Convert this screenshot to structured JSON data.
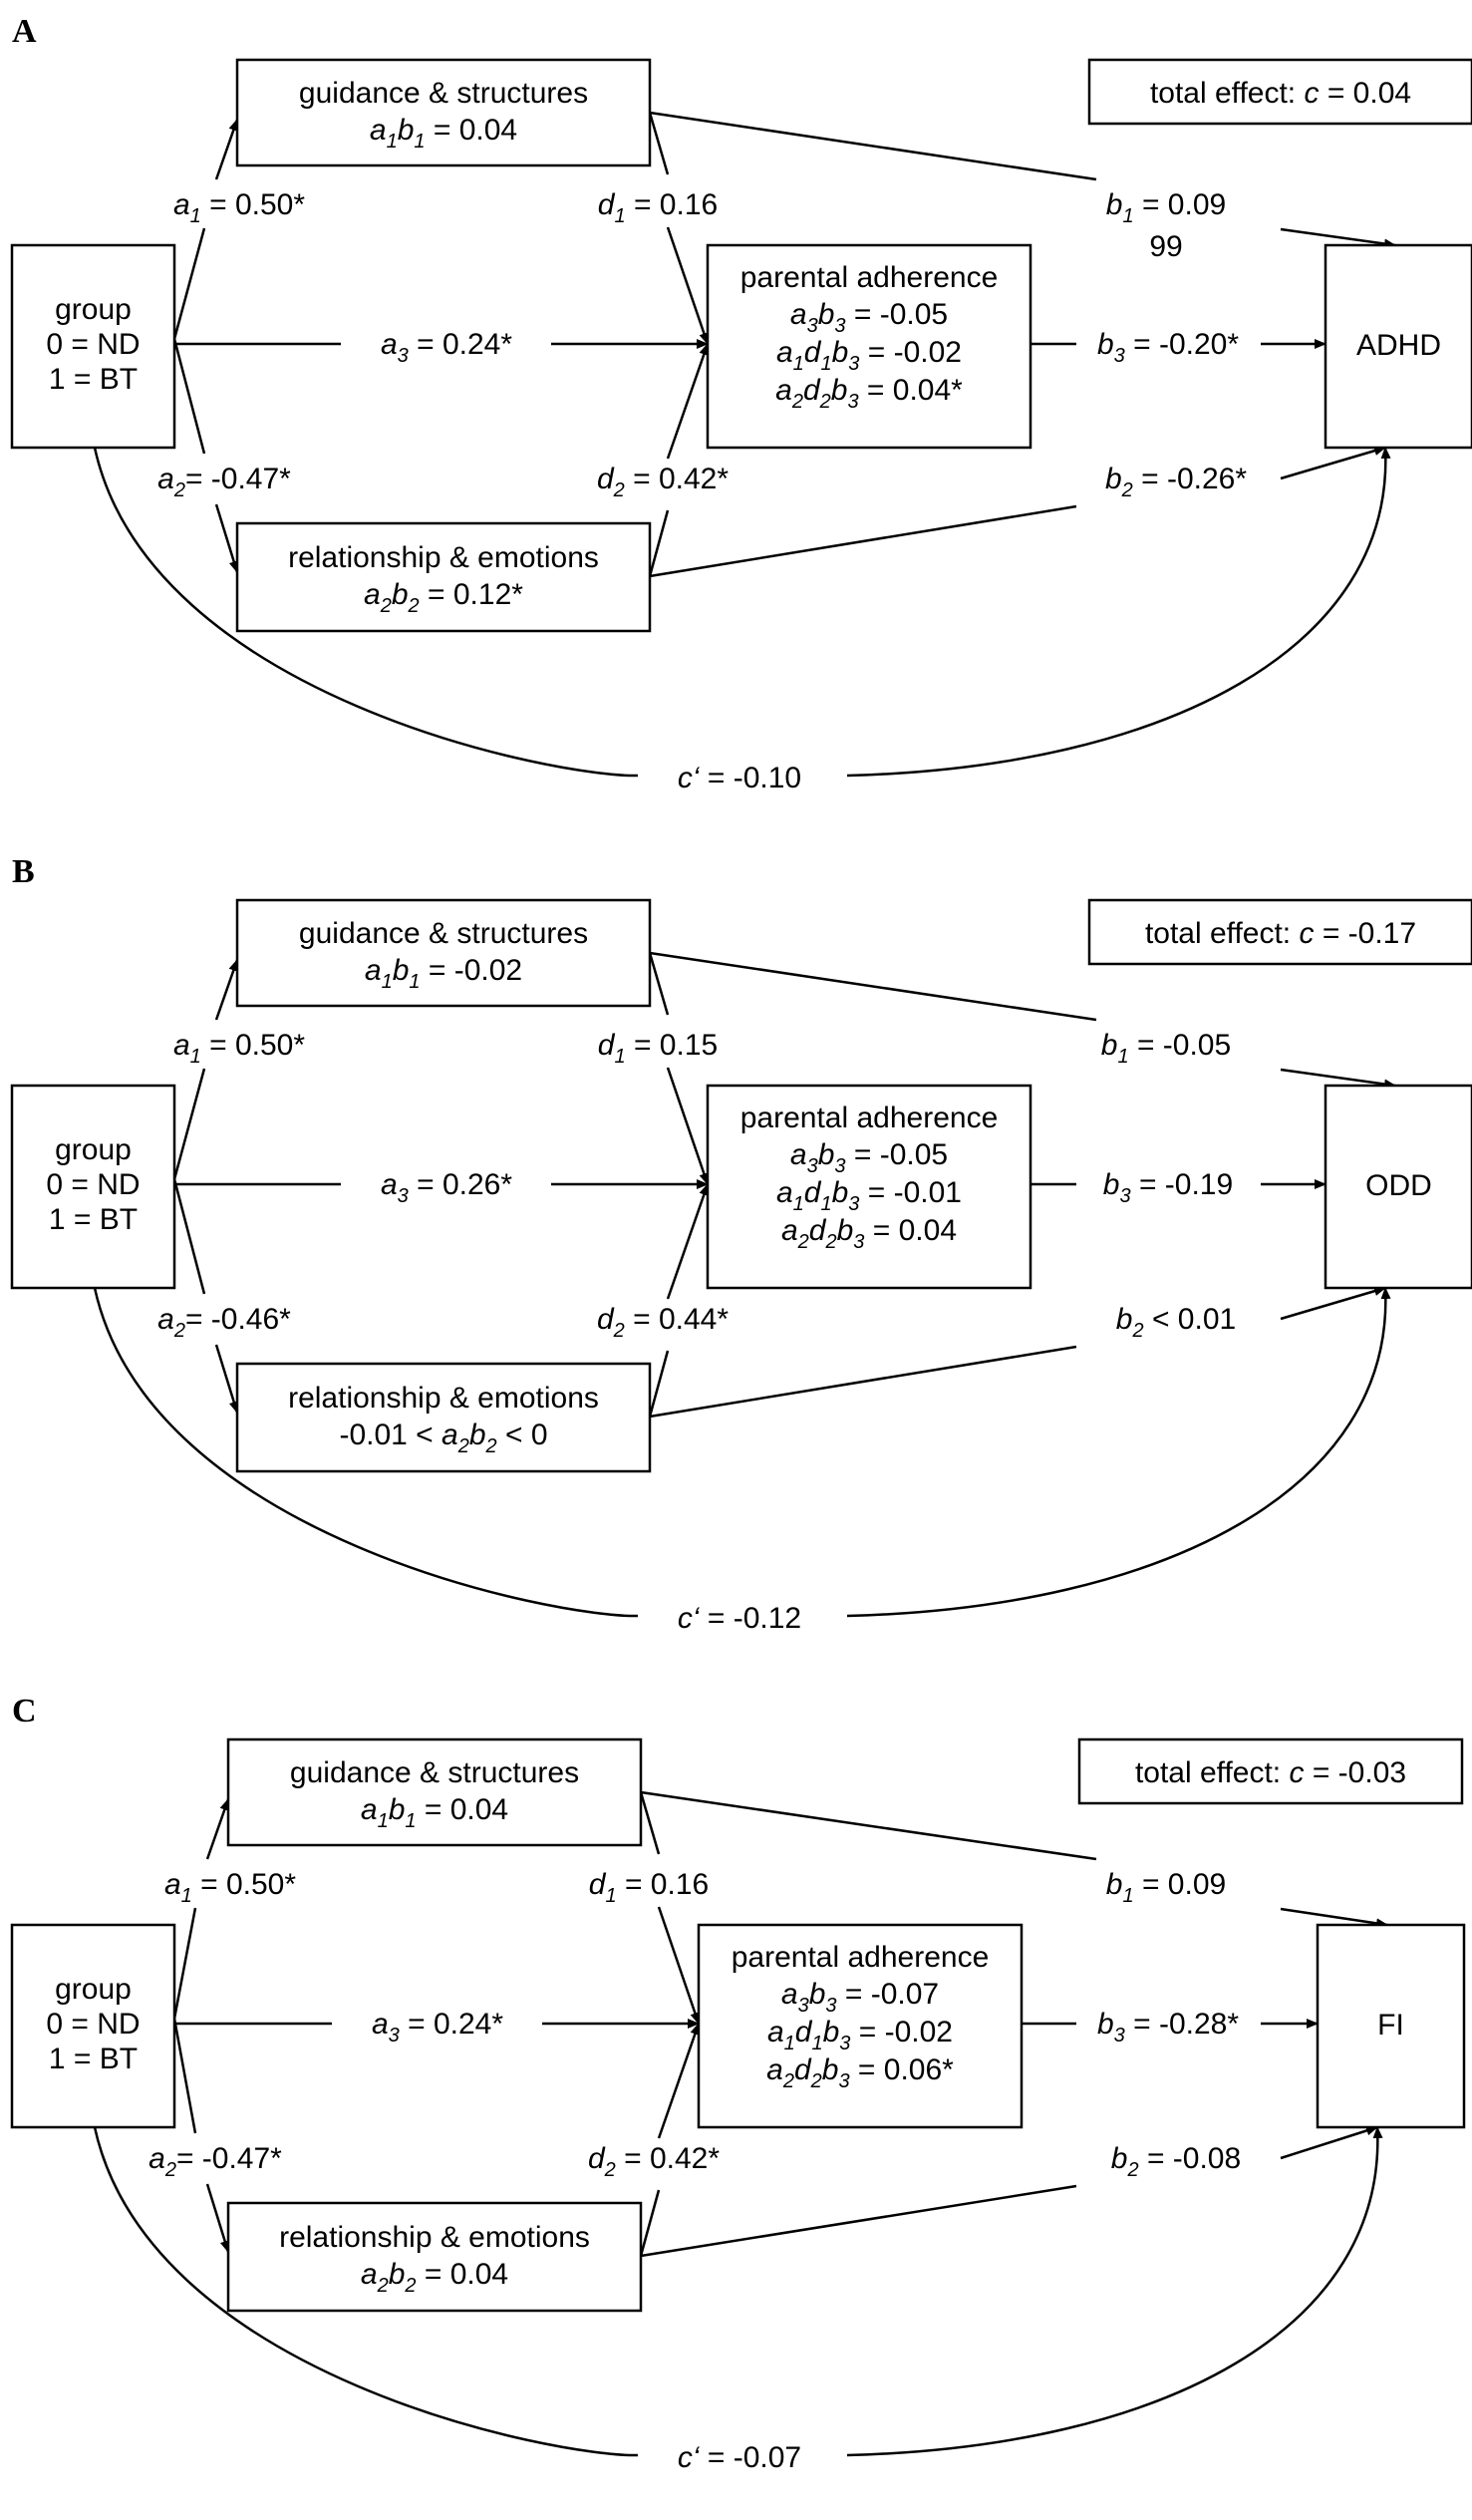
{
  "panels": [
    {
      "letter": "A",
      "group": [
        "group",
        "0 = ND",
        "1 = BT"
      ],
      "guidance": {
        "title": "guidance & structures",
        "effect": [
          [
            "a",
            "1"
          ],
          [
            "b",
            "1"
          ],
          " = 0.04"
        ]
      },
      "relationship": {
        "title": "relationship & emotions",
        "effect": [
          [
            "a",
            "2"
          ],
          [
            "b",
            "2"
          ],
          " = 0.12*"
        ]
      },
      "adherence": {
        "title": "parental adherence",
        "lines": [
          [
            [
              "a",
              "3"
            ],
            [
              "b",
              "3"
            ],
            " = -0.05"
          ],
          [
            [
              "a",
              "1"
            ],
            [
              "d",
              "1"
            ],
            [
              "b",
              "3"
            ],
            " = -0.02"
          ],
          [
            [
              "a",
              "2"
            ],
            [
              "d",
              "2"
            ],
            [
              "b",
              "3"
            ],
            " = 0.04*"
          ]
        ]
      },
      "outcome": "ADHD",
      "total_effect": [
        " total effect: ",
        [
          "c",
          ""
        ],
        " = 0.04"
      ],
      "stray": "99",
      "paths": {
        "a1": [
          [
            "a",
            "1"
          ],
          " = 0.50*"
        ],
        "a2": [
          [
            "a",
            "2"
          ],
          "= -0.47*"
        ],
        "a3": [
          [
            "a",
            "3"
          ],
          " = 0.24*"
        ],
        "d1": [
          [
            "d",
            "1"
          ],
          " = 0.16"
        ],
        "d2": [
          [
            "d",
            "2"
          ],
          " = 0.42*"
        ],
        "b1": [
          [
            "b",
            "1"
          ],
          " = 0.09"
        ],
        "b2": [
          [
            "b",
            "2"
          ],
          " = -0.26*"
        ],
        "b3": [
          [
            "b",
            "3"
          ],
          " = -0.20*"
        ],
        "cprime": [
          [
            "c‘",
            ""
          ],
          " = -0.10"
        ]
      }
    },
    {
      "letter": "B",
      "group": [
        "group",
        "0 = ND",
        "1 = BT"
      ],
      "guidance": {
        "title": "guidance & structures",
        "effect": [
          [
            "a",
            "1"
          ],
          [
            "b",
            "1"
          ],
          " = -0.02"
        ]
      },
      "relationship": {
        "title": "relationship & emotions",
        "effect": [
          "-0.01 < ",
          [
            "a",
            "2"
          ],
          [
            "b",
            "2"
          ],
          " < 0"
        ]
      },
      "adherence": {
        "title": "parental adherence",
        "lines": [
          [
            [
              "a",
              "3"
            ],
            [
              "b",
              "3"
            ],
            " = -0.05"
          ],
          [
            [
              "a",
              "1"
            ],
            [
              "d",
              "1"
            ],
            [
              "b",
              "3"
            ],
            " = -0.01"
          ],
          [
            [
              "a",
              "2"
            ],
            [
              "d",
              "2"
            ],
            [
              "b",
              "3"
            ],
            " = 0.04"
          ]
        ]
      },
      "outcome": "ODD",
      "total_effect": [
        " total effect: ",
        [
          "c",
          ""
        ],
        " = -0.17"
      ],
      "stray": "",
      "paths": {
        "a1": [
          [
            "a",
            "1"
          ],
          " = 0.50*"
        ],
        "a2": [
          [
            "a",
            "2"
          ],
          "= -0.46*"
        ],
        "a3": [
          [
            "a",
            "3"
          ],
          " = 0.26*"
        ],
        "d1": [
          [
            "d",
            "1"
          ],
          " = 0.15"
        ],
        "d2": [
          [
            "d",
            "2"
          ],
          " = 0.44*"
        ],
        "b1": [
          [
            "b",
            "1"
          ],
          " = -0.05"
        ],
        "b2": [
          [
            "b",
            "2"
          ],
          " < 0.01"
        ],
        "b3": [
          [
            "b",
            "3"
          ],
          " = -0.19"
        ],
        "cprime": [
          [
            "c‘",
            ""
          ],
          " = -0.12"
        ]
      }
    },
    {
      "letter": "C",
      "group": [
        "group",
        "0 = ND",
        "1 = BT"
      ],
      "guidance": {
        "title": "guidance & structures",
        "effect": [
          [
            "a",
            "1"
          ],
          [
            "b",
            "1"
          ],
          " = 0.04"
        ]
      },
      "relationship": {
        "title": "relationship & emotions",
        "effect": [
          [
            "a",
            "2"
          ],
          [
            "b",
            "2"
          ],
          " = 0.04"
        ]
      },
      "adherence": {
        "title": "parental adherence",
        "lines": [
          [
            [
              "a",
              "3"
            ],
            [
              "b",
              "3"
            ],
            " = -0.07"
          ],
          [
            [
              "a",
              "1"
            ],
            [
              "d",
              "1"
            ],
            [
              "b",
              "3"
            ],
            " = -0.02"
          ],
          [
            [
              "a",
              "2"
            ],
            [
              "d",
              "2"
            ],
            [
              "b",
              "3"
            ],
            " = 0.06*"
          ]
        ]
      },
      "outcome": "FI",
      "total_effect": [
        " total effect: ",
        [
          "c",
          ""
        ],
        " = -0.03"
      ],
      "stray": "",
      "paths": {
        "a1": [
          [
            "a",
            "1"
          ],
          " = 0.50*"
        ],
        "a2": [
          [
            "a",
            "2"
          ],
          "= -0.47*"
        ],
        "a3": [
          [
            "a",
            "3"
          ],
          " = 0.24*"
        ],
        "d1": [
          [
            "d",
            "1"
          ],
          " = 0.16"
        ],
        "d2": [
          [
            "d",
            "2"
          ],
          " = 0.42*"
        ],
        "b1": [
          [
            "b",
            "1"
          ],
          " = 0.09"
        ],
        "b2": [
          [
            "b",
            "2"
          ],
          " = -0.08"
        ],
        "b3": [
          [
            "b",
            "3"
          ],
          " = -0.28*"
        ],
        "cprime": [
          [
            "c‘",
            ""
          ],
          " = -0.07"
        ]
      }
    }
  ]
}
